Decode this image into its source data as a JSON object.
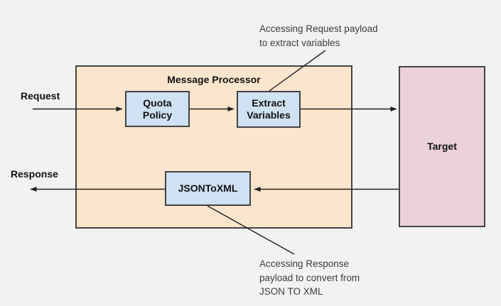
{
  "diagram": {
    "title": "Message Processor",
    "flow_labels": {
      "request": "Request",
      "response": "Response"
    },
    "nodes": {
      "quota": {
        "label": "Quota\nPolicy"
      },
      "extract": {
        "label": "Extract\nVariables"
      },
      "jsontoxml": {
        "label": "JSONToXML"
      },
      "target": {
        "label": "Target"
      }
    },
    "annotations": {
      "top": "Accessing Request payload\nto extract variables",
      "bottom": "Accessing Response\npayload to convert from\nJSON TO XML"
    },
    "colors": {
      "background": "#f1f2f2",
      "processor_fill": "#fce5cd",
      "policy_fill": "#cfe2f3",
      "target_fill": "#ead1dc",
      "border": "#434343",
      "line": "#212121"
    }
  }
}
